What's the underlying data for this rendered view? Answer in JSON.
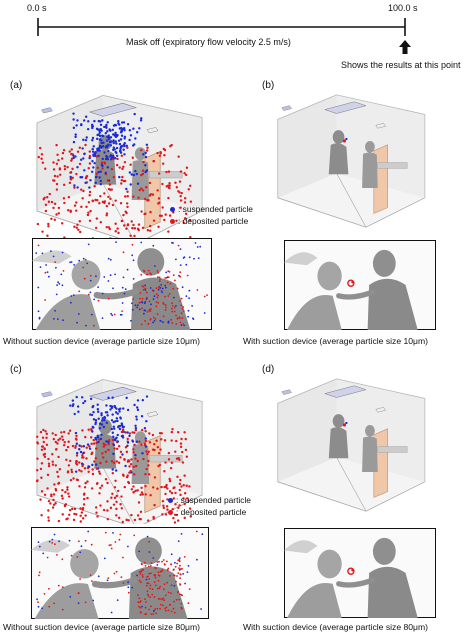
{
  "timeline": {
    "start_label": "0.0 s",
    "end_label": "100.0 s",
    "condition_label": "Mask off (expiratory flow velocity 2.5 m/s)",
    "results_label": "Shows the results at this point"
  },
  "panels": [
    {
      "id": "a",
      "label": "(a)",
      "caption": "Without suction device (average particle size 10μm)"
    },
    {
      "id": "b",
      "label": "(b)",
      "caption": "With suction device (average particle size 10μm)"
    },
    {
      "id": "c",
      "label": "(c)",
      "caption": "Without suction device (average particle size 80μm)"
    },
    {
      "id": "d",
      "label": "(d)",
      "caption": "With suction device (average particle size 80μm)"
    }
  ],
  "legend": {
    "suspended_label": ": suspended particle",
    "deposited_label": ": deposited particle"
  },
  "colors": {
    "suspended": "#1a2bd6",
    "deposited": "#e0181c",
    "room_wall": "#d9d9d9",
    "room_edge": "#a8a8a8",
    "partition": "#f0c7a8",
    "figure": "#8c8c8c"
  }
}
